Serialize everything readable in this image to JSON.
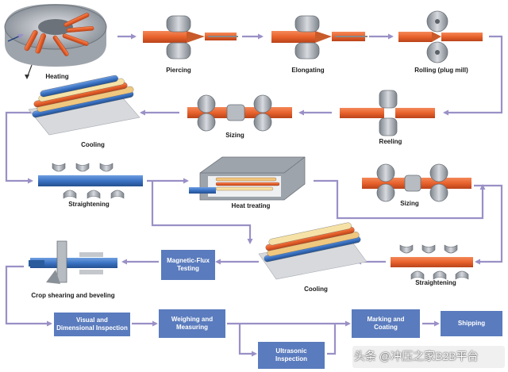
{
  "stages": {
    "heating": "Heating",
    "piercing": "Piercing",
    "elongating": "Elongating",
    "rolling": "Rolling (plug mill)",
    "cooling_1": "Cooling",
    "sizing_1": "Sizing",
    "reeling": "Reeling",
    "straightening_1": "Straightening",
    "heat_treating": "Heat treating",
    "sizing_2": "Sizing",
    "crop_shearing": "Crop shearing and beveling",
    "cooling_2": "Cooling",
    "straightening_2": "Straightening"
  },
  "boxes": {
    "magnetic_flux": "Magnetic-Flux\nTesting",
    "visual_inspection": "Visual and\nDimensional Inspection",
    "weighing": "Weighing and\nMeasuring",
    "marking": "Marking and\nCoating",
    "shipping": "Shipping",
    "ultrasonic": "Ultrasonic\nInspection"
  },
  "watermark": "头条 @冲压之家B2B平台",
  "colors": {
    "flow_line": "#9a90c6",
    "box_fill": "#5a7bbd",
    "pipe_orange": "#e8622c",
    "pipe_blue": "#3b73c4",
    "pipe_yellow": "#f2d27a",
    "roller_gray": "#a8adb4"
  }
}
